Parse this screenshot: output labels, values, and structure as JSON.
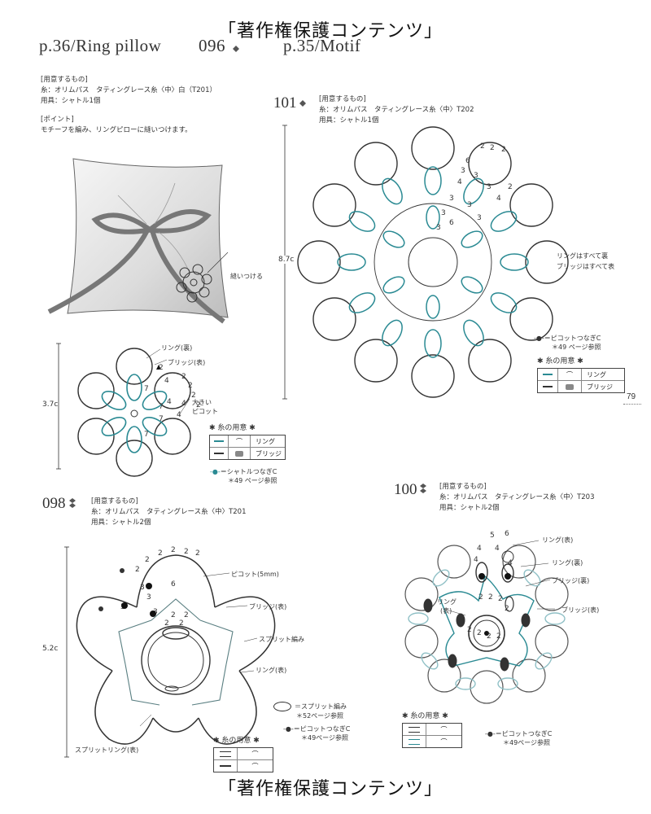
{
  "watermark": "「著作権保護コンテンツ」",
  "header": {
    "left": "p.36/Ring pillow",
    "left_num": "096",
    "right": "p.35/Motif"
  },
  "page_number": "79",
  "ring_pillow": {
    "materials_title": "[用意するもの]",
    "materials_thread": "糸：オリムパス　タティングレース糸〈中〉白（T201）",
    "materials_tool": "用具：シャトル1個",
    "point_title": "[ポイント]",
    "point_text": "モチーフを編み、リングピローに縫いつけます。",
    "sew_label": "縫いつける"
  },
  "motif_096": {
    "dimension": "3.7c",
    "label_ring": "リング(裏)",
    "label_bridge": "ブリッジ(表)",
    "label_big_picot_1": "大きい",
    "label_big_picot_2": "ピコット",
    "legend_title": "糸の用意",
    "legend_ring": "リング",
    "legend_bridge": "ブリッジ",
    "note_1": "＝シャトルつなぎC",
    "note_2": "＊49 ページ参照",
    "counts": [
      "2",
      "2",
      "4",
      "7",
      "7",
      "7",
      "7",
      "4",
      "2",
      "2",
      "4",
      "2",
      "4"
    ]
  },
  "motif_101": {
    "number": "101",
    "materials_title": "[用意するもの]",
    "materials_thread": "糸：オリムパス　タティングレース糸〈中〉T202",
    "materials_tool": "用具：シャトル1個",
    "dimension": "8.7c",
    "note_ring": "リングはすべて裏",
    "note_bridge": "ブリッジはすべて表",
    "note_picot": "＝ピコットつなぎC",
    "note_ref": "＊49 ページ参照",
    "legend_title": "糸の用意",
    "legend_ring": "リング",
    "legend_bridge": "ブリッジ",
    "counts": [
      "6",
      "2",
      "2",
      "2",
      "3",
      "3",
      "4",
      "3",
      "4",
      "2",
      "3",
      "3",
      "6",
      "3",
      "3",
      "3"
    ]
  },
  "motif_098": {
    "number": "098",
    "materials_title": "[用意するもの]",
    "materials_thread": "糸：オリムパス　タティングレース糸〈中〉T201",
    "materials_tool": "用具：シャトル2個",
    "dimension": "5.2c",
    "label_picot": "ピコット(5mm)",
    "label_bridge": "ブリッジ(表)",
    "label_split": "スプリット編み",
    "label_ring": "リング(表)",
    "label_split_ring": "スプリットリング(表)",
    "note_split": "＝スプリット編み",
    "note_split_ref": "＊52ページ参照",
    "note_shuttle": "＝ピコットつなぎC",
    "note_shuttle_ref": "＊49ページ参照",
    "legend_title": "糸の用意",
    "counts": [
      "2",
      "2",
      "2",
      "2",
      "2",
      "3",
      "3",
      "6",
      "3",
      "3",
      "2",
      "2",
      "2",
      "2",
      "2"
    ]
  },
  "motif_100": {
    "number": "100",
    "materials_title": "[用意するもの]",
    "materials_thread": "糸：オリムパス　タティングレース糸〈中〉T203",
    "materials_tool": "用具：シャトル2個",
    "label_ring_front": "リング(表)",
    "label_ring_back": "リング(裏)",
    "label_bridge_back": "ブリッジ(裏)",
    "label_bridge_front": "ブリッジ(表)",
    "label_ring_left_1": "リング",
    "label_ring_left_2": "(表)",
    "note_picot": "＝ピコットつなぎC",
    "note_ref": "＊49ページ参照",
    "legend_title": "糸の用意",
    "counts": [
      "5",
      "6",
      "4",
      "4",
      "4",
      "4",
      "2",
      "2",
      "2",
      "2",
      "2",
      "2",
      "2",
      "2"
    ]
  },
  "colors": {
    "teal": "#2a8a93",
    "ink": "#333333",
    "gray": "#888888",
    "light_teal": "#8fc0c6"
  }
}
